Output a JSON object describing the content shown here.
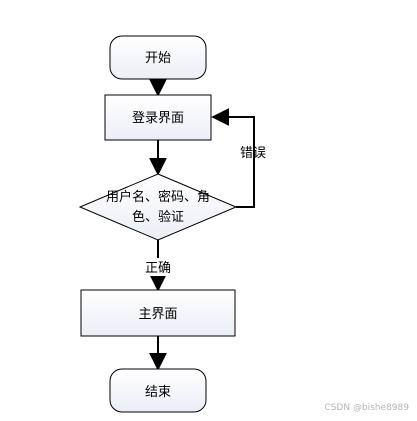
{
  "diagram": {
    "nodes": {
      "start": {
        "label": "开始"
      },
      "login": {
        "label": "登录界面"
      },
      "check": {
        "line1": "用户名、密码、角",
        "line2": "色、验证"
      },
      "main": {
        "label": "主界面"
      },
      "end": {
        "label": "结束"
      }
    },
    "edges": {
      "wrong": {
        "label": "错误"
      },
      "right": {
        "label": "正确"
      }
    }
  },
  "watermark": "CSDN @bishe8989",
  "colors": {
    "node_fill_top": "#ffffff",
    "node_fill_bottom": "#eceef7",
    "stroke": "#000000",
    "watermark": "#b4b4b4"
  }
}
